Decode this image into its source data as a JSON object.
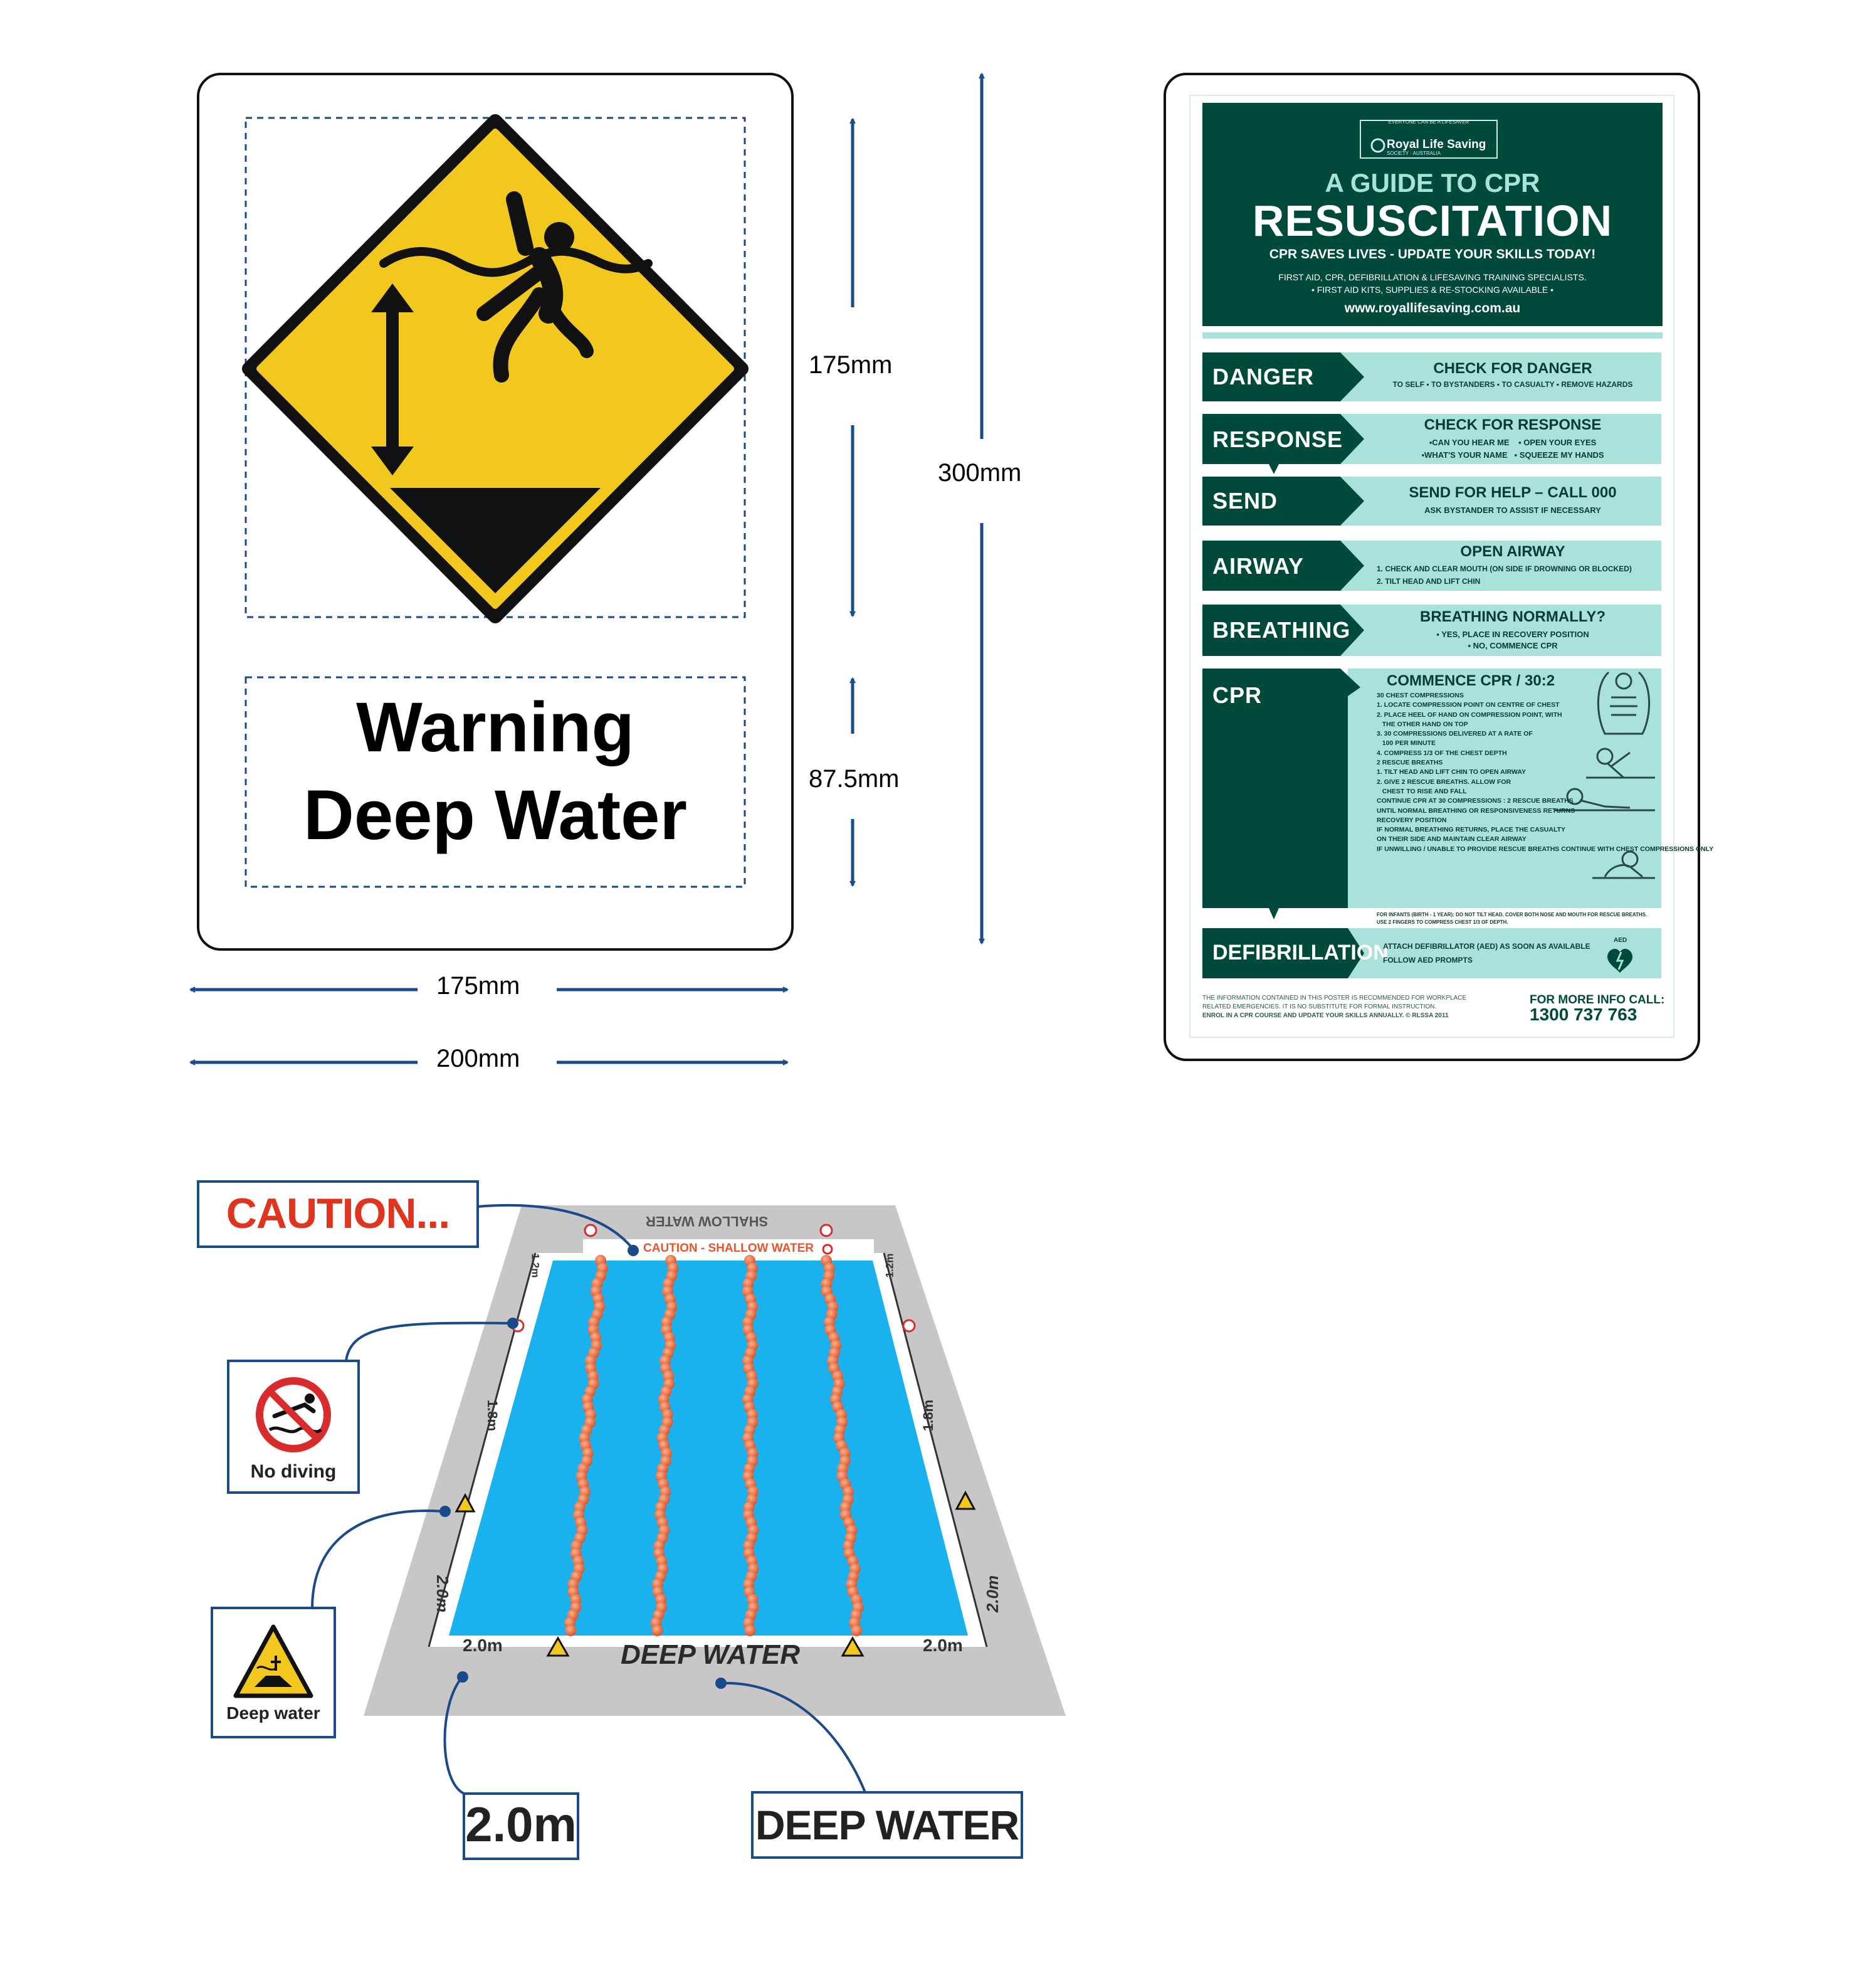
{
  "sign1": {
    "title_line1": "Warning",
    "title_line2": "Deep Water",
    "icon": "deep-water-warning-icon"
  },
  "dimensions": {
    "sign_height": "175mm",
    "text_height": "87.5mm",
    "total_height": "300mm",
    "sign_width": "175mm",
    "total_width": "200mm"
  },
  "cpr": {
    "header_tag": "EVERYONE CAN BE A LIFESAVER",
    "brand": "Royal Life Saving",
    "brand_sub": "SOCIETY · AUSTRALIA",
    "title_small": "A GUIDE TO CPR",
    "title_big": "RESUSCITATION",
    "tagline": "CPR SAVES LIVES - UPDATE YOUR SKILLS TODAY!",
    "services_1": "FIRST AID, CPR, DEFIBRILLATION & LIFESAVING TRAINING SPECIALISTS.",
    "services_2": "• FIRST AID KITS, SUPPLIES & RE-STOCKING AVAILABLE •",
    "website": "www.royallifesaving.com.au",
    "steps": {
      "danger": {
        "label": "DANGER",
        "title": "CHECK FOR DANGER",
        "detail": "TO SELF ▪ TO BYSTANDERS ▪ TO CASUALTY ▪ REMOVE HAZARDS"
      },
      "response": {
        "label": "RESPONSE",
        "title": "CHECK FOR RESPONSE",
        "detail1": "▪CAN YOU HEAR ME    ▪ OPEN YOUR EYES",
        "detail2": "▪WHAT'S YOUR NAME   ▪ SQUEEZE MY HANDS"
      },
      "send": {
        "label": "SEND",
        "title": "SEND FOR HELP – CALL 000",
        "detail": "ASK BYSTANDER TO ASSIST IF NECESSARY"
      },
      "airway": {
        "label": "AIRWAY",
        "title": "OPEN AIRWAY",
        "detail1": "1. CHECK AND CLEAR MOUTH (ON SIDE IF DROWNING OR BLOCKED)",
        "detail2": "2. TILT HEAD AND LIFT CHIN"
      },
      "breathing": {
        "label": "BREATHING",
        "title": "BREATHING NORMALLY?",
        "detail1": "▪ YES, PLACE IN RECOVERY POSITION",
        "detail2": "▪ NO, COMMENCE CPR"
      },
      "cpr": {
        "label": "CPR",
        "title": "COMMENCE CPR / 30:2",
        "lines": [
          "30 CHEST COMPRESSIONS",
          "1. LOCATE COMPRESSION POINT ON CENTRE OF CHEST",
          "2. PLACE HEEL OF HAND ON COMPRESSION POINT, WITH",
          "   THE OTHER HAND ON TOP",
          "3. 30 COMPRESSIONS DELIVERED AT A RATE OF",
          "   100 PER MINUTE",
          "4. COMPRESS 1/3 OF THE CHEST DEPTH",
          "2 RESCUE BREATHS",
          "1. TILT HEAD AND LIFT CHIN TO OPEN AIRWAY",
          "2. GIVE 2 RESCUE BREATHS. ALLOW FOR",
          "   CHEST TO RISE AND FALL",
          "CONTINUE CPR AT 30 COMPRESSIONS : 2 RESCUE BREATHS",
          "UNTIL NORMAL BREATHING OR RESPONSIVENESS RETURNS",
          "RECOVERY POSITION",
          "IF NORMAL BREATHING RETURNS, PLACE THE CASUALTY",
          "ON THEIR SIDE AND MAINTAIN CLEAR AIRWAY",
          "IF UNWILLING / UNABLE TO PROVIDE RESCUE BREATHS CONTINUE WITH CHEST COMPRESSIONS ONLY"
        ],
        "infant_1": "FOR INFANTS (BIRTH - 1 YEAR): DO NOT TILT HEAD. COVER BOTH NOSE AND MOUTH FOR RESCUE BREATHS.",
        "infant_2": "USE 2 FINGERS TO COMPRESS CHEST 1/3 OF DEPTH."
      },
      "defib": {
        "label": "DEFIBRILLATION",
        "detail1": "ATTACH DEFIBRILLATOR (AED) AS SOON AS AVAILABLE",
        "detail2": "FOLLOW AED PROMPTS",
        "aed": "AED"
      }
    },
    "footer_1": "THE INFORMATION CONTAINED IN THIS POSTER IS RECOMMENDED FOR WORKPLACE",
    "footer_2": "RELATED EMERGENCIES. IT IS NO SUBSTITUTE FOR FORMAL INSTRUCTION.",
    "footer_3": "ENROL IN A CPR COURSE AND UPDATE YOUR SKILLS ANNUALLY.  © RLSSA 2011",
    "more_info": "FOR MORE INFO CALL:",
    "phone": "1300 737 763",
    "colors": {
      "dark": "#004a3c",
      "light": "#a8e2da"
    }
  },
  "pool": {
    "shallow_water_mirrored": "SHALLOW WATER",
    "caution_strip": "CAUTION - SHALLOW WATER",
    "shallow_depth": "1.2m",
    "mid_depth_left": "1.8m",
    "mid_depth_right": "1.8m",
    "deep_depth": "2.0m",
    "deep_water": "DEEP WATER",
    "colors": {
      "water": "#1ab2ee",
      "deck": "#c8c6c6",
      "lane_rope": "#ea6d3d"
    }
  },
  "callouts": {
    "caution": "CAUTION...",
    "no_diving": "No diving",
    "deep_water_sign": "Deep water",
    "depth_marker": "2.0m",
    "deep_water_marker": "DEEP WATER"
  },
  "accent_color": "#1a4a8a"
}
